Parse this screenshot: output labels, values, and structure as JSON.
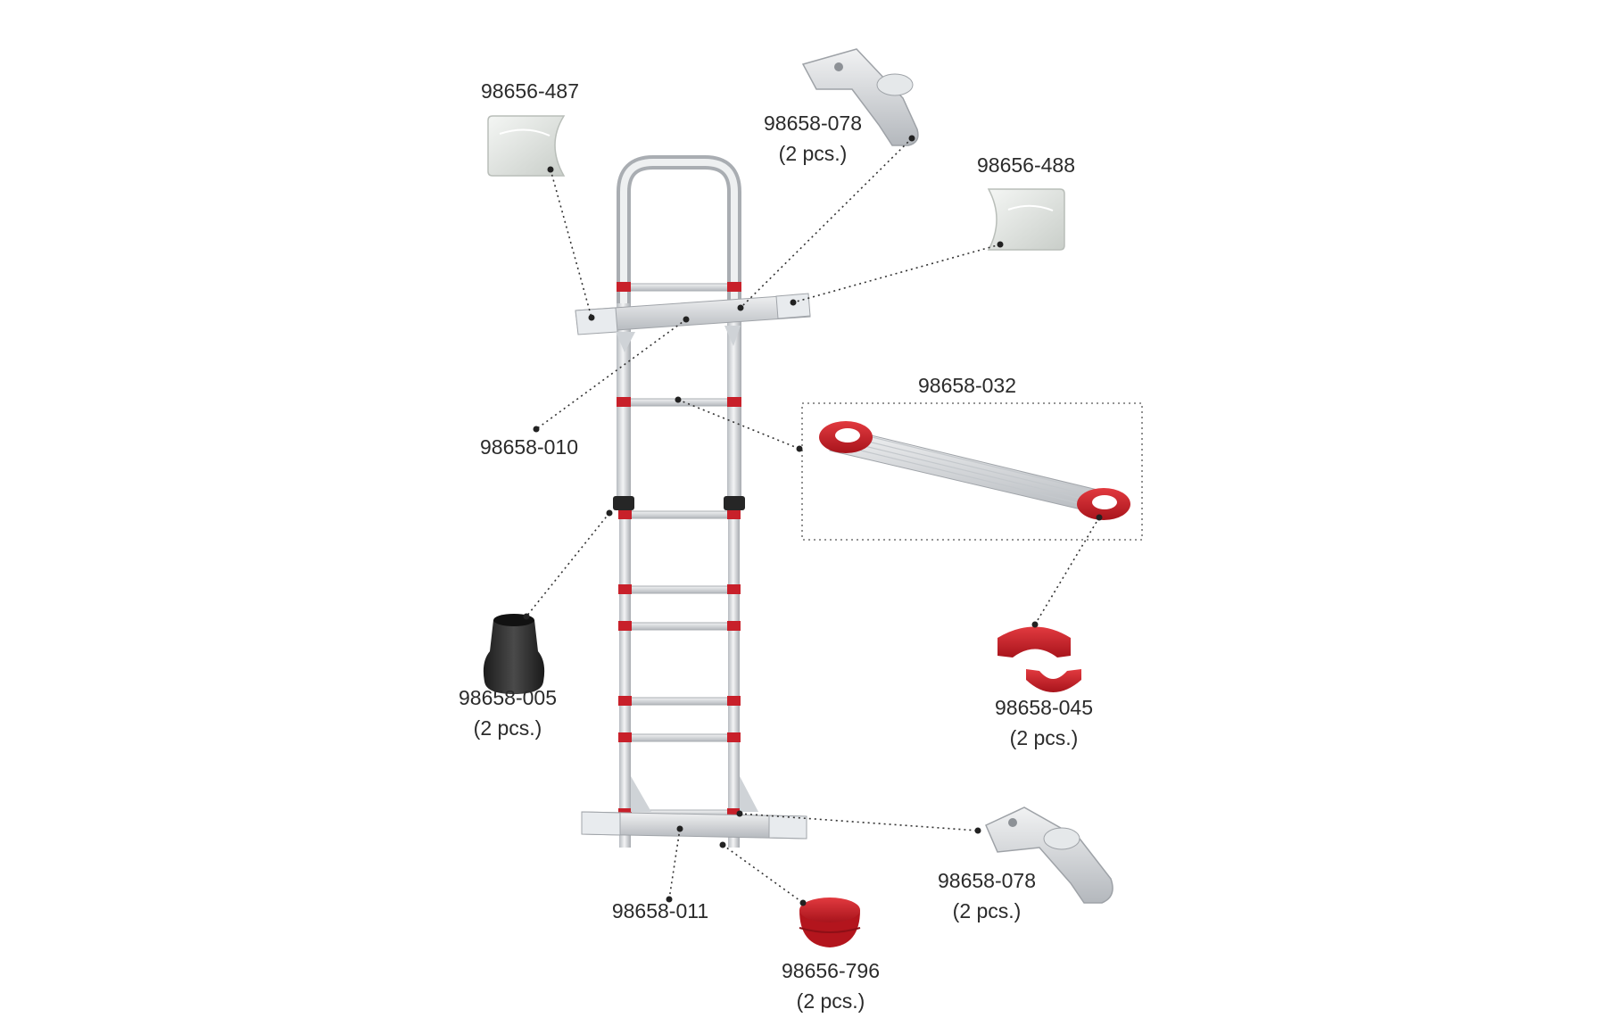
{
  "labels": {
    "p_98656_487": {
      "code": "98656-487"
    },
    "p_98658_078_top": {
      "code": "98658-078",
      "qty": "(2 pcs.)"
    },
    "p_98656_488": {
      "code": "98656-488"
    },
    "p_98658_032": {
      "code": "98658-032"
    },
    "p_98658_010": {
      "code": "98658-010"
    },
    "p_98658_005": {
      "code": "98658-005",
      "qty": "(2 pcs.)"
    },
    "p_98658_045": {
      "code": "98658-045",
      "qty": "(2 pcs.)"
    },
    "p_98658_078_bottom": {
      "code": "98658-078",
      "qty": "(2 pcs.)"
    },
    "p_98658_011": {
      "code": "98658-011"
    },
    "p_98656_796": {
      "code": "98656-796",
      "qty": "(2 pcs.)"
    }
  },
  "colors": {
    "aluminium": "#d9dcdf",
    "aluminium_dark": "#a9adb2",
    "accent_red": "#c8202a",
    "rubber_black": "#2a2a2a",
    "leader_line": "#333333"
  }
}
